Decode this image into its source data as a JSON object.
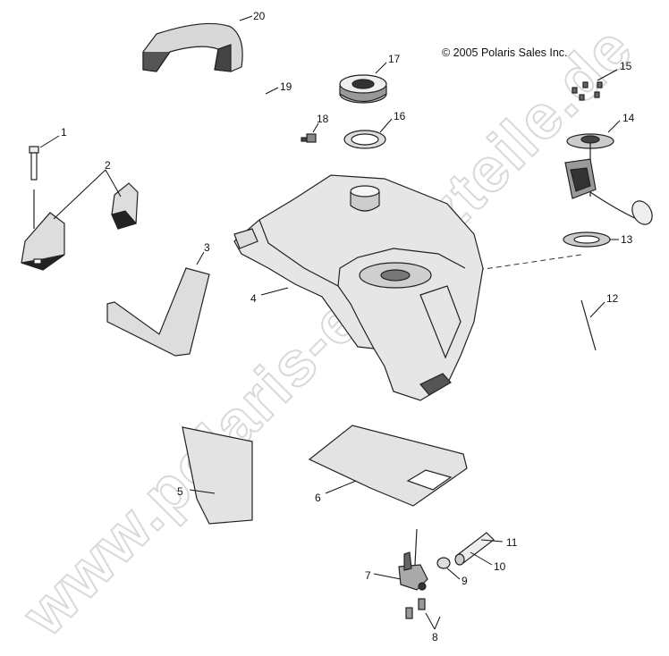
{
  "copyright": "© 2005 Polaris Sales Inc.",
  "watermark": "www.polaris-ersatzteile.de",
  "callouts": {
    "c1": "1",
    "c2": "2",
    "c3": "3",
    "c4": "4",
    "c5": "5",
    "c6": "6",
    "c7": "7",
    "c8": "8",
    "c9": "9",
    "c10": "10",
    "c11": "11",
    "c12": "12",
    "c13": "13",
    "c14": "14",
    "c15": "15",
    "c16": "16",
    "c17": "17",
    "c18": "18",
    "c19": "19",
    "c20": "20"
  }
}
